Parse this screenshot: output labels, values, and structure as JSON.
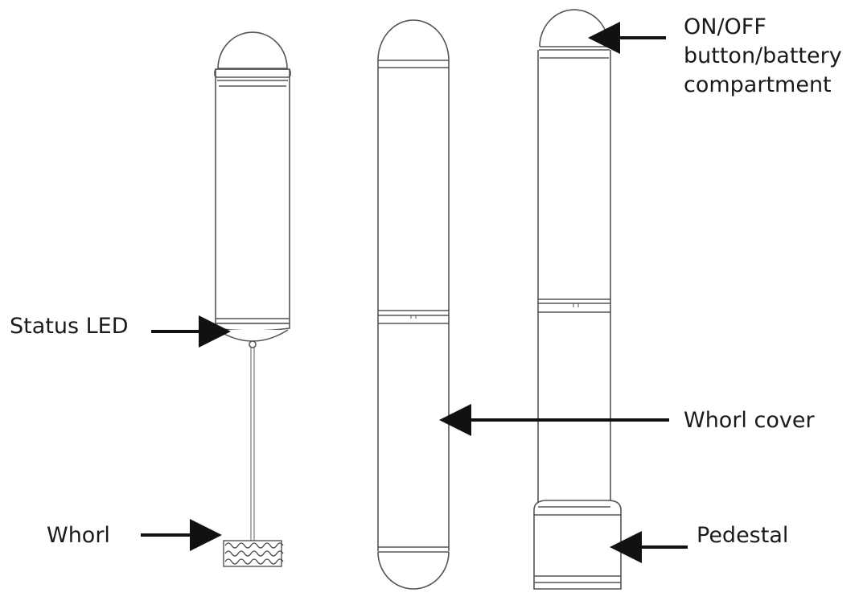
{
  "labels": {
    "onoff": [
      "ON/OFF",
      "button/battery",
      "compartment"
    ],
    "status_led": "Status LED",
    "whorl_cover": "Whorl cover",
    "whorl": "Whorl",
    "pedestal": "Pedestal"
  },
  "colors": {
    "line": "#555555",
    "text": "#1a1a1a",
    "arrow": "#111111"
  }
}
